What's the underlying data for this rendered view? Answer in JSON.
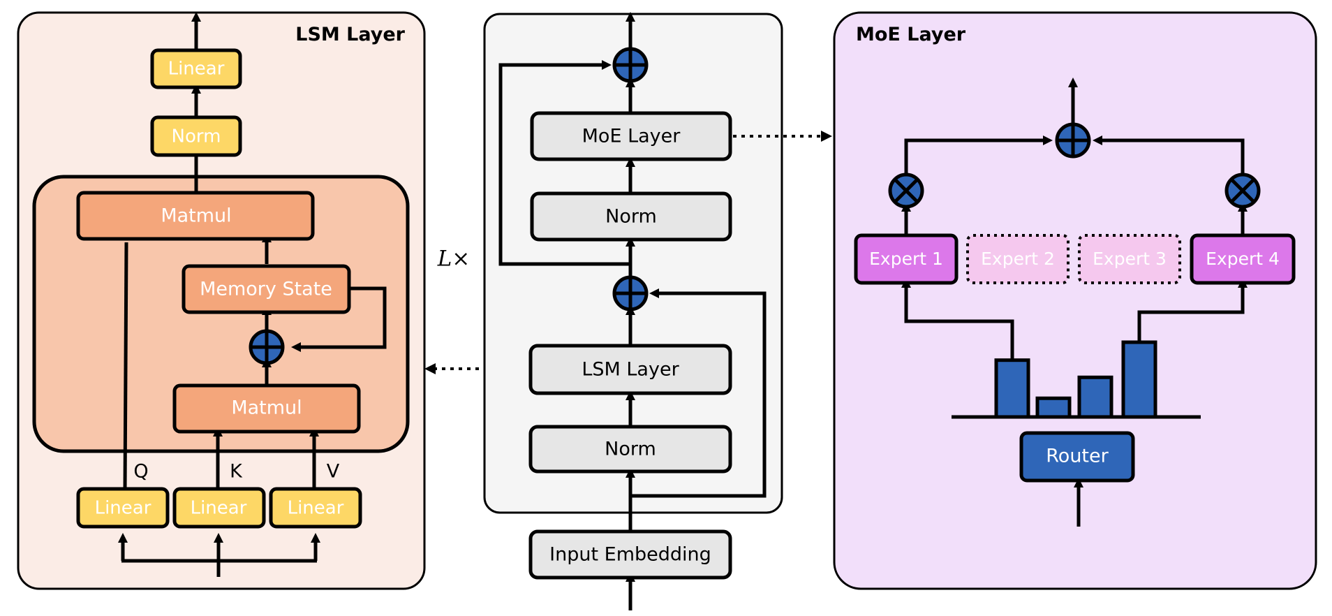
{
  "lsm_panel": {
    "title": "LSM Layer",
    "out_linear": "Linear",
    "out_norm": "Norm",
    "matmul_top": "Matmul",
    "memory_state": "Memory State",
    "matmul_bottom": "Matmul",
    "q_label": "Q",
    "k_label": "K",
    "v_label": "V",
    "linear_q": "Linear",
    "linear_k": "Linear",
    "linear_v": "Linear"
  },
  "center_block": {
    "repeat_label": "L×",
    "moe_layer": "MoE Layer",
    "norm_top": "Norm",
    "lsm_layer": "LSM Layer",
    "norm_bottom": "Norm",
    "input_embedding": "Input Embedding"
  },
  "moe_panel": {
    "title": "MoE Layer",
    "experts": [
      "Expert 1",
      "Expert 2",
      "Expert 3",
      "Expert 4"
    ],
    "router": "Router",
    "router_bar_heights": [
      0.76,
      0.25,
      0.53,
      1.0
    ]
  },
  "colors": {
    "lsm_bg": "#fbece6",
    "lsm_inner": "#f8c6ab",
    "matmul": "#f4a67b",
    "linear": "#fdd766",
    "center_bg": "#f5f5f5",
    "box_gray": "#e6e6e6",
    "moe_bg": "#f2dffa",
    "expert_active": "#dc78ea",
    "expert_inactive": "#f5c8ee",
    "blue": "#2f66b8"
  }
}
